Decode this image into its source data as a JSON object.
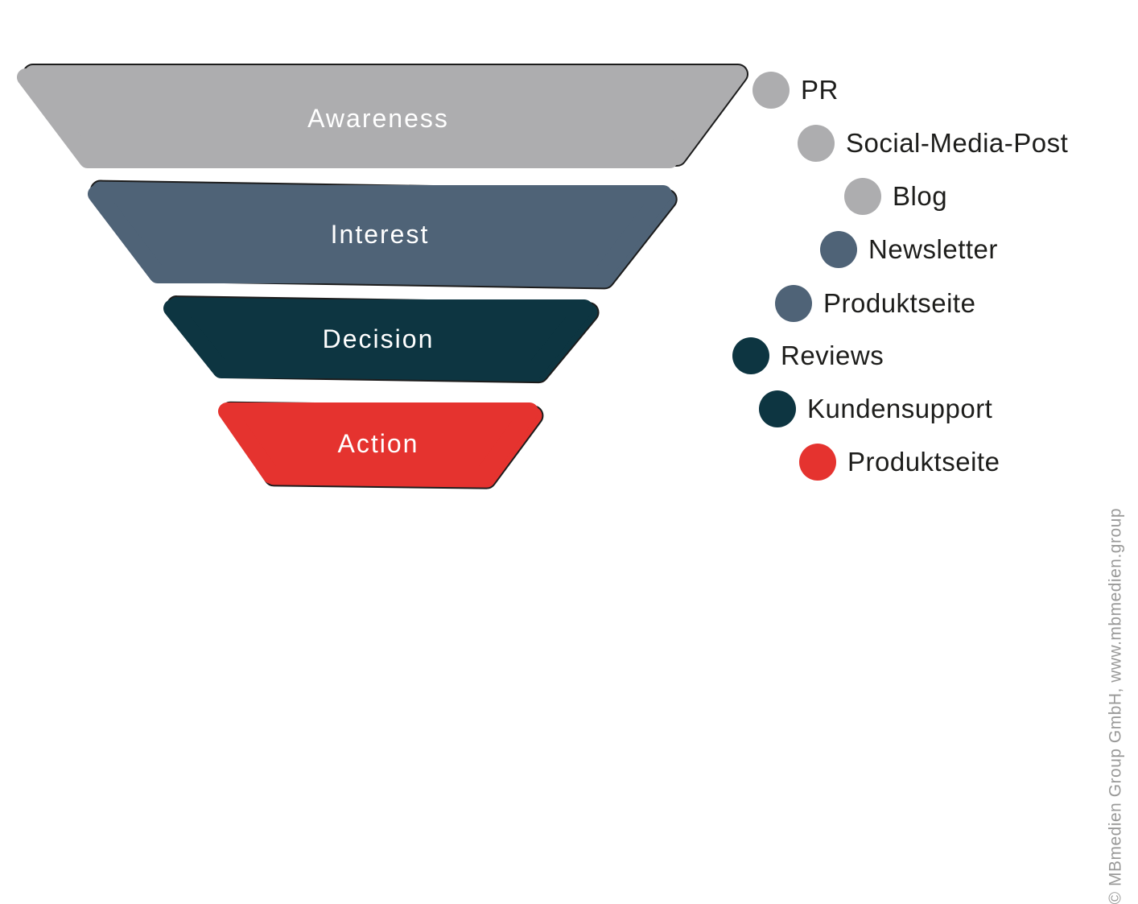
{
  "background": "#ffffff",
  "funnel": {
    "stages": [
      {
        "label": "Awareness",
        "color": "#ADADAF"
      },
      {
        "label": "Interest",
        "color": "#4F6377"
      },
      {
        "label": "Decision",
        "color": "#0D3541"
      },
      {
        "label": "Action",
        "color": "#E5332F"
      }
    ]
  },
  "legend": {
    "items": [
      {
        "label": "PR",
        "color": "#ADADAF"
      },
      {
        "label": "Social-Media-Post",
        "color": "#ADADAF"
      },
      {
        "label": "Blog",
        "color": "#ADADAF"
      },
      {
        "label": "Newsletter",
        "color": "#4F6377"
      },
      {
        "label": "Produktseite",
        "color": "#4F6377"
      },
      {
        "label": "Reviews",
        "color": "#0D3541"
      },
      {
        "label": "Kundensupport",
        "color": "#0D3541"
      },
      {
        "label": "Produktseite",
        "color": "#E5332F"
      }
    ]
  },
  "watermark": {
    "text": "© MBmedien Group GmbH, www.mbmedien.group"
  },
  "outline_color": "#1c1c1c",
  "label_text_color": "#ffffff",
  "legend_text_color": "#1d1d1b"
}
